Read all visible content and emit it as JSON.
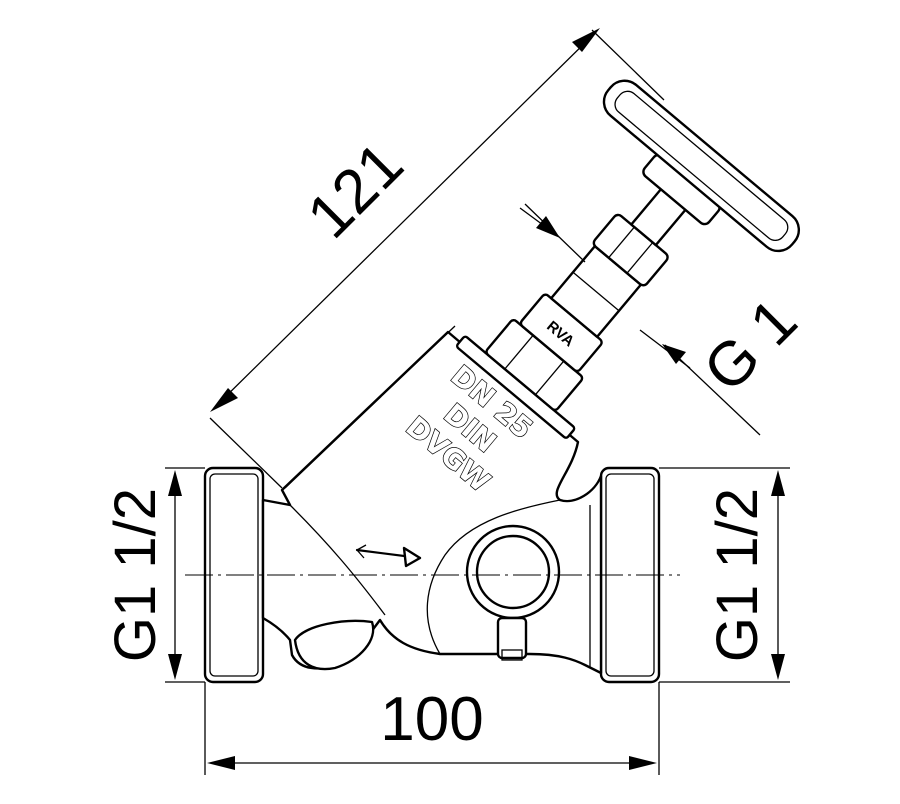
{
  "dimensions": {
    "length": "100",
    "height": "121",
    "left_thread": "G1 1/2",
    "right_thread": "G1 1/2",
    "stem_thread": "G 1"
  },
  "body_marking": {
    "line1": "DN 25",
    "line2": "DIN",
    "line3": "DVGW",
    "brand": "RVA"
  }
}
